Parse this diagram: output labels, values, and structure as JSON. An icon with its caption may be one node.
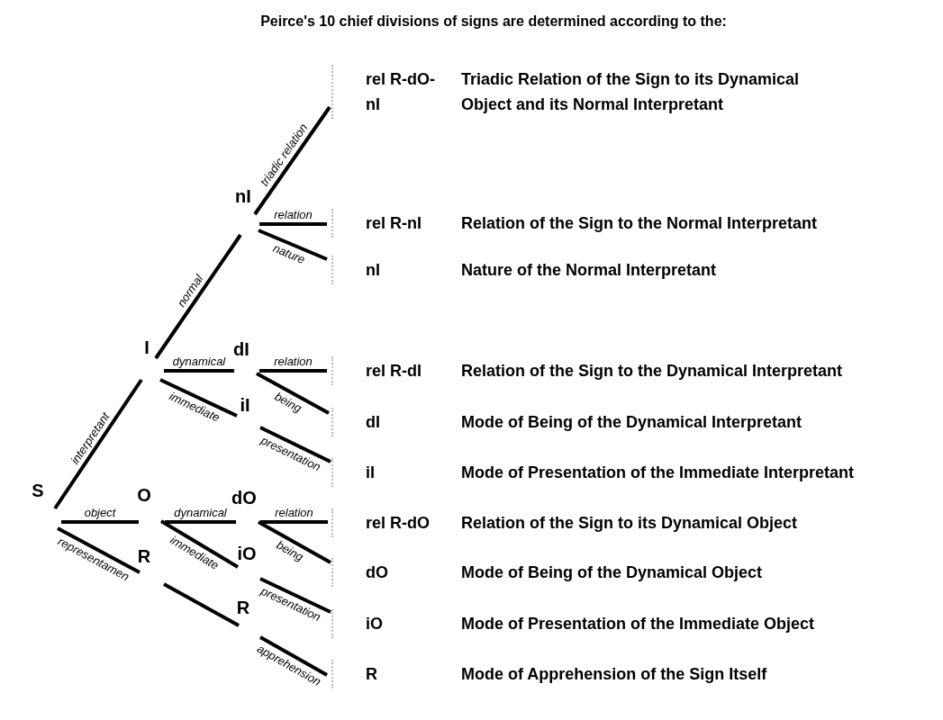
{
  "diagram": {
    "title": "Peirce's 10 chief divisions of signs are determined according to the:",
    "nodes": [
      {
        "text": [
          "S"
        ]
      },
      {
        "text": [
          "I"
        ]
      },
      {
        "text": [
          "O"
        ]
      },
      {
        "text": [
          "R"
        ]
      },
      {
        "text": [
          "nI"
        ]
      },
      {
        "text": [
          "dI"
        ]
      },
      {
        "text": [
          "iI"
        ]
      },
      {
        "text": [
          "dO"
        ]
      },
      {
        "text": [
          "iO"
        ]
      },
      {
        "text": [
          "R"
        ]
      },
      {
        "text": [
          "rel R-dO-nI",
          "Triadic Relation of the Sign to its Dynamical Object and its Normal Interpretant"
        ]
      },
      {
        "text": [
          "rel R-nI",
          "Relation of the Sign to the Normal Interpretant"
        ]
      },
      {
        "text": [
          "nI",
          "Nature of the Normal Interpretant"
        ]
      },
      {
        "text": [
          "rel R-dI",
          "Relation of the Sign to the Dynamical Interpretant"
        ]
      },
      {
        "text": [
          "dI",
          "Mode of Being of the Dynamical Interpretant"
        ]
      },
      {
        "text": [
          "iI",
          "Mode of Presentation of the Immediate Interpretant"
        ]
      },
      {
        "text": [
          "rel R-dO",
          "Relation of the Sign to its Dynamical Object"
        ]
      },
      {
        "text": [
          "dO",
          "Mode of Being of the Dynamical Object"
        ]
      },
      {
        "text": [
          "iO",
          "Mode of Presentation of the Immediate Object"
        ]
      },
      {
        "text": [
          "R",
          "Mode of Apprehension of the Sign Itself"
        ]
      }
    ],
    "edges": [
      {
        "from": 0,
        "to": 1,
        "arrow": "none",
        "label": "interpretant"
      },
      {
        "from": 0,
        "to": 2,
        "arrow": "none",
        "label": "object"
      },
      {
        "from": 0,
        "to": 3,
        "arrow": "none",
        "label": "representamen"
      },
      {
        "from": 1,
        "to": 4,
        "arrow": "none",
        "label": "normal"
      },
      {
        "from": 1,
        "to": 5,
        "arrow": "none",
        "label": "dynamical"
      },
      {
        "from": 1,
        "to": 6,
        "arrow": "none",
        "label": "immediate"
      },
      {
        "from": 2,
        "to": 7,
        "arrow": "none",
        "label": "dynamical"
      },
      {
        "from": 2,
        "to": 8,
        "arrow": "none",
        "label": "immediate"
      },
      {
        "from": 3,
        "to": 9,
        "arrow": "none"
      },
      {
        "from": 4,
        "to": 10,
        "arrow": "none",
        "label": "triadic relation"
      },
      {
        "from": 4,
        "to": 11,
        "arrow": "none",
        "label": "relation"
      },
      {
        "from": 4,
        "to": 12,
        "arrow": "none",
        "label": "nature"
      },
      {
        "from": 5,
        "to": 13,
        "arrow": "none",
        "label": "relation"
      },
      {
        "from": 5,
        "to": 14,
        "arrow": "none",
        "label": "being"
      },
      {
        "from": 6,
        "to": 15,
        "arrow": "none",
        "label": "presentation"
      },
      {
        "from": 7,
        "to": 16,
        "arrow": "none",
        "label": "relation"
      },
      {
        "from": 7,
        "to": 17,
        "arrow": "none",
        "label": "being"
      },
      {
        "from": 8,
        "to": 18,
        "arrow": "none",
        "label": "presentation"
      },
      {
        "from": 9,
        "to": 19,
        "arrow": "none",
        "label": "apprehension"
      }
    ]
  }
}
